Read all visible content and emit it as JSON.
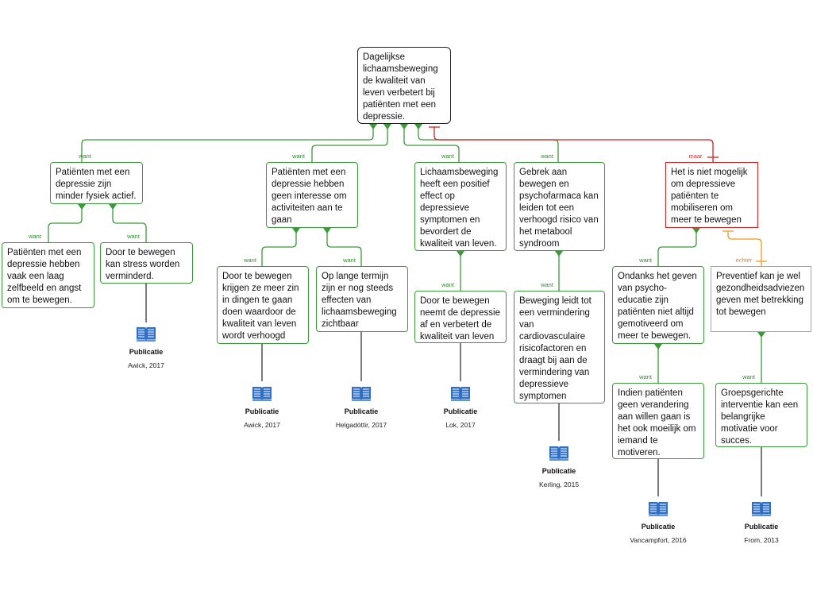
{
  "colors": {
    "green": "#3a9a3a",
    "red": "#d62020",
    "orange": "#ee9a1a",
    "icon_blue": "#2f6fc4"
  },
  "root": "Dagelijkse lichaamsbeweging de kwaliteit van leven verbetert bij patiënten met een depressie.",
  "connector_labels": {
    "want": "want",
    "maar": "maar",
    "echter": "echter"
  },
  "claims": {
    "fysiek": "Patiënten met een depressie zijn minder fysiek actief.",
    "interesse": "Patiënten met een depressie hebben geen interesse om activiteiten aan te gaan",
    "effect": "Lichaamsbeweging heeft een positief effect op depressieve symptomen en bevordert de kwaliteit van leven.",
    "gebrek": "Gebrek aan bewegen en psychofarmaca kan leiden tot een verhoogd risico van het metabool syndroom",
    "niet_mogelijk": "Het is niet mogelijk om depressieve patiënten te mobiliseren om meer te bewegen"
  },
  "reasons": {
    "zelfbeeld": "Patiënten met een depressie hebben vaak een laag zelfbeeld en angst om te bewegen.",
    "stress": "Door te bewegen kan stress worden verminderd.",
    "zin": "Door te bewegen krijgen ze meer zin in dingen te gaan doen waardoor de kwaliteit van leven wordt verhoogd",
    "lange_termijn": "Op lange termijn zijn er nog steeds effecten van lichaamsbeweging zichtbaar",
    "neemt_af": "Door te bewegen neemt de depressie af en verbetert de kwaliteit van leven",
    "cardio": "Beweging leidt tot een vermindering van cardiovasculaire risicofactoren en draagt bij aan de vermindering van depressieve symptomen",
    "psychoeducatie": "Ondanks het geven van psycho-educatie zijn patiënten niet altijd gemotiveerd om meer te bewegen.",
    "verandering": "Indien patiënten geen verandering aan willen gaan is het ook moeilijk om iemand te motiveren.",
    "preventief": "Preventief kan je wel gezondheidsadviezen geven met betrekking tot bewegen",
    "groeps": "Groepsgerichte interventie kan een belangrijke motivatie voor succes."
  },
  "publications": [
    {
      "id": "awick1",
      "title": "Publicatie",
      "ref": "Awick, 2017",
      "icon": "book-icon"
    },
    {
      "id": "awick2",
      "title": "Publicatie",
      "ref": "Awick, 2017",
      "icon": "book-icon"
    },
    {
      "id": "helga",
      "title": "Publicatie",
      "ref": "Helgadóttir, 2017",
      "icon": "book-icon"
    },
    {
      "id": "lok",
      "title": "Publicatie",
      "ref": "Lok, 2017",
      "icon": "book-icon"
    },
    {
      "id": "kerling",
      "title": "Publicatie",
      "ref": "Kerling, 2015",
      "icon": "book-icon"
    },
    {
      "id": "vanca",
      "title": "Publicatie",
      "ref": "Vancampfort, 2016",
      "icon": "book-icon"
    },
    {
      "id": "from",
      "title": "Publicatie",
      "ref": "From, 2013",
      "icon": "book-icon"
    }
  ]
}
